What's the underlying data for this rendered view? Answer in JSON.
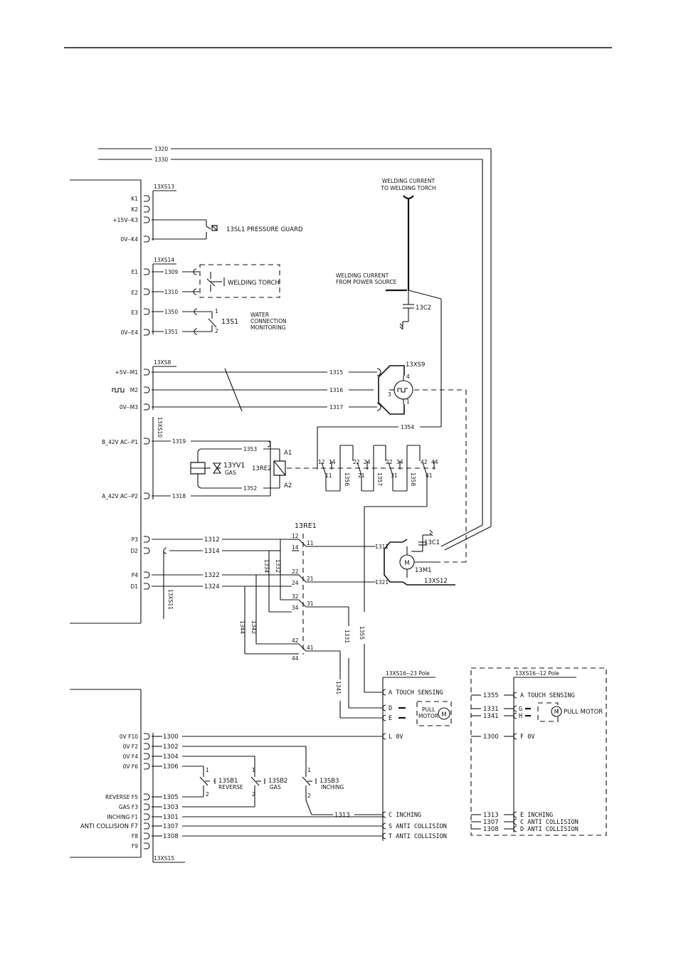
{
  "wires": {
    "w1320": "1320",
    "w1330": "1330",
    "w1309": "1309",
    "w1310": "1310",
    "w1350": "1350",
    "w1351": "1351",
    "w1315": "1315",
    "w1316": "1316",
    "w1317": "1317",
    "w1354": "1354",
    "w1319": "1319",
    "w1353": "1353",
    "w1352": "1352",
    "w1318": "1318",
    "w1312": "1312",
    "w1314": "1314",
    "w1322": "1322",
    "w1324": "1324",
    "w1311": "1311",
    "w1321": "1321",
    "w1355": "1355",
    "w1331": "1331",
    "w1341": "1341",
    "w1334": "1334",
    "w1332": "1332",
    "w1342": "1342",
    "w1344": "1344",
    "w1356": "1356",
    "w1357": "1357",
    "w1358": "1358",
    "w1300": "1300",
    "w1302": "1302",
    "w1304": "1304",
    "w1306": "1306",
    "w1305": "1305",
    "w1303": "1303",
    "w1301": "1301",
    "w1313": "1313",
    "w1307": "1307",
    "w1308": "1308"
  },
  "connectors": {
    "xs13": "13XS13",
    "xs14": "13XS14",
    "xs8": "13XS8",
    "xs10": "13XS10",
    "xs11": "13XS11",
    "xs15": "13XS15",
    "xs9": "13XS9",
    "xs12": "13XS12",
    "xs16_23": "13XS16--23 Pole",
    "xs16_12": "13XS16--12 Pole"
  },
  "pins": {
    "k1": "K1",
    "k2": "K2",
    "k3": "+15V--K3",
    "k4": "0V--K4",
    "e1": "E1",
    "e2": "E2",
    "e3": "E3",
    "e4": "0V--E4",
    "m1": "+5V--M1",
    "m2": "M2",
    "m3": "0V--M3",
    "p1": "B_42V AC--P1",
    "p2": "A_42V AC--P2",
    "p3": "P3",
    "d2": "D2",
    "p4": "P4",
    "d1": "D1",
    "f10": "0V  F10",
    "f2": "0V  F2",
    "f4": "0V  F4",
    "f6": "0V  F6",
    "f5": "REVERSE  F5",
    "f3": "GAS  F3",
    "f1": "INCHING  F1",
    "f7": "ANTI COLLISION  F7",
    "f8": "F8",
    "f9": "F9"
  },
  "components": {
    "sl1": "13SL1  PRESSURE GUARD",
    "torch": "WELDING TORCH",
    "s1": "13S1",
    "water1": "WATER",
    "water2": "CONNECTION",
    "water3": "MONITORING",
    "wc_torch1": "WELDING CURRENT",
    "wc_torch2": "TO WELDING TORCH",
    "wc_src1": "WELDING CURRENT",
    "wc_src2": "FROM POWER SOURCE",
    "c2": "13C2",
    "c1": "13C1",
    "m1": "13M1",
    "m": "M",
    "yv1": "13YV1",
    "gas": "GAS",
    "re2": "13RE2",
    "re1": "13RE1",
    "a1": "A1",
    "a2": "A2",
    "sb1": "13SB1",
    "sb1_sub": "REVERSE",
    "sb2": "13SB2",
    "sb2_sub": "GAS",
    "sb3": "13SB3",
    "sb3_sub": "INCHING"
  },
  "contacts": {
    "c12": "12",
    "c14": "14",
    "c11": "11",
    "c22": "22",
    "c24": "24",
    "c21": "21",
    "c32": "32",
    "c34": "34",
    "c31": "31",
    "c42": "42",
    "c44": "44",
    "c41": "41",
    "p1": "1",
    "p2": "2",
    "p3": "3",
    "p4": "4"
  },
  "pole23": {
    "a": "A  TOUCH SENSING",
    "d": "D",
    "e": "E",
    "pull1": "PULL",
    "pull2": "MOTOR",
    "l": "L  0V",
    "c": "C  INCHING",
    "s": "S  ANTI COLLISION",
    "t": "T  ANTI COLLISION"
  },
  "pole12": {
    "a": "A  TOUCH SENSING",
    "g": "G",
    "h": "H",
    "pull": "PULL MOTOR",
    "f": "F  0V",
    "e": "E  INCHING",
    "c": "C  ANTI COLLISION",
    "d": "D  ANTI COLLISION"
  }
}
